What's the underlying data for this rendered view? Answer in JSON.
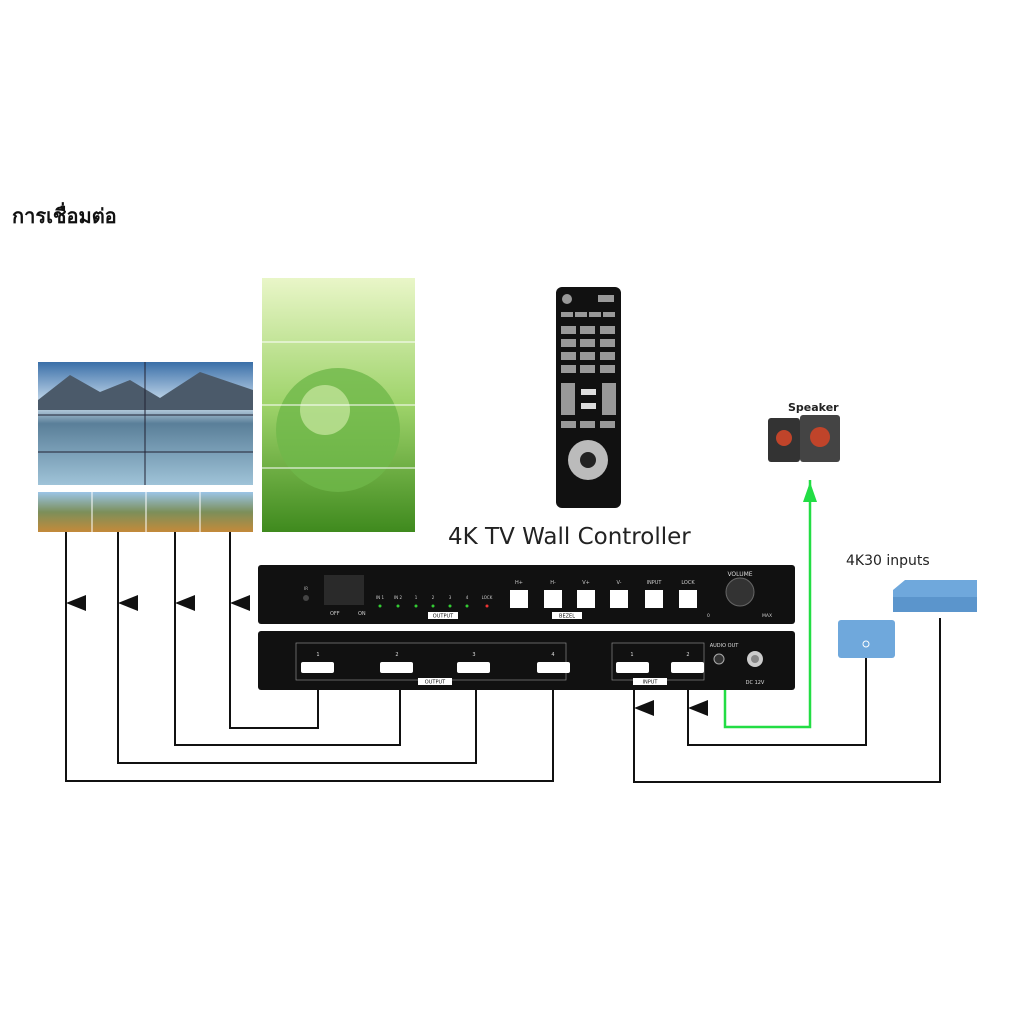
{
  "title": "การเชื่อมต่อ",
  "controller_title": "4K TV Wall Controller",
  "speaker_label": "Speaker",
  "inputs_label": "4K30 inputs",
  "front_panel": {
    "ir": "IR",
    "off": "OFF",
    "on": "ON",
    "leds": [
      "IN 1",
      "IN 2",
      "1",
      "2",
      "3",
      "4",
      "LOCK"
    ],
    "output_group": "OUTPUT",
    "buttons": [
      "H+",
      "H-",
      "V+",
      "V-",
      "INPUT",
      "LOCK"
    ],
    "bezel_group": "BEZEL",
    "volume": "VOLUME",
    "vol_min": "0",
    "vol_max": "MAX"
  },
  "back_panel": {
    "outputs": [
      "1",
      "2",
      "3",
      "4"
    ],
    "output_group": "OUTPUT",
    "inputs": [
      "1",
      "2"
    ],
    "input_group": "INPUT",
    "audio_out": "AUDIO OUT",
    "dc": "DC 12V"
  },
  "colors": {
    "panel": "#111111",
    "audio_line": "#22dd44",
    "device": "#6fa8dc"
  }
}
